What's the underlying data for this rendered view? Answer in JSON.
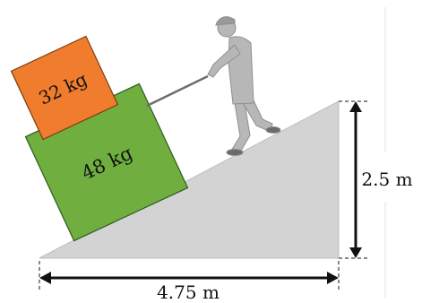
{
  "labels": {
    "block_top_mass": "32 kg",
    "block_bottom_mass": "48 kg",
    "height": "2.5 m",
    "base": "4.75 m"
  },
  "colors": {
    "ramp": "#d3d3d3",
    "block_top": "#f07d2d",
    "block_bottom": "#6fae3f",
    "dimension_lines": "#111111",
    "rope": "#6d6d6d",
    "person": "#b7b7b7"
  },
  "icons": {
    "person": "person-pulling-rope-icon"
  }
}
